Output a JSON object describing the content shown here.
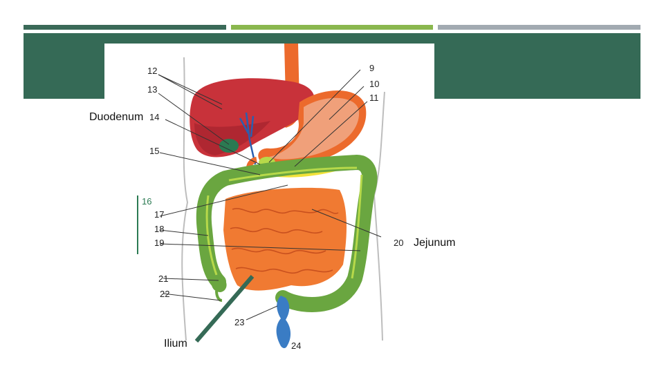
{
  "slide": {
    "colors": {
      "bar1": "#3a6a58",
      "bar2": "#8ab74e",
      "bar3": "#a2aab1",
      "band": "#356a56"
    }
  },
  "labels": {
    "duodenum": "Duodenum",
    "jejunum": "Jejunum",
    "ilium": "Ilium"
  },
  "figure": {
    "numbers": [
      "9",
      "10",
      "11",
      "12",
      "13",
      "14",
      "15",
      "16",
      "17",
      "18",
      "19",
      "20",
      "21",
      "22",
      "23",
      "24"
    ],
    "colors": {
      "liver": "#c8323a",
      "stomach": "#f0a07a",
      "esophagus": "#ec6a2c",
      "small_intestine": "#f07a32",
      "colon": "#6aa640",
      "rectum": "#2f6fb8",
      "gallbladder": "#2b7a52",
      "pancreas": "#f2e23a"
    }
  }
}
